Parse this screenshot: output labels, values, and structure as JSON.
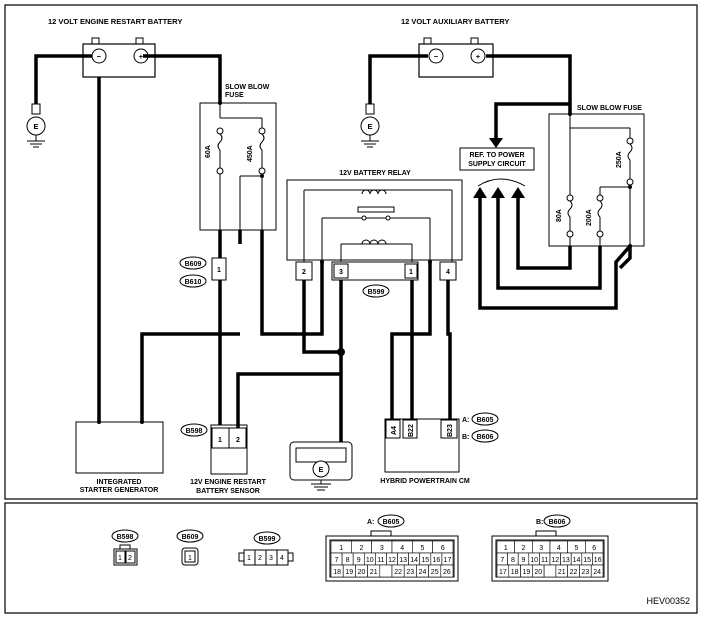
{
  "diagram": {
    "labels": {
      "engine_restart_battery": "12 VOLT ENGINE RESTART BATTERY",
      "auxiliary_battery": "12 VOLT AUXILIARY BATTERY",
      "slow_blow_fuse_left_1": "SLOW BLOW",
      "slow_blow_fuse_left_2": "FUSE",
      "slow_blow_fuse_right": "SLOW BLOW FUSE",
      "fuse_60a": "60A",
      "fuse_450a": "450A",
      "fuse_250a": "250A",
      "fuse_80a": "80A",
      "fuse_200a": "200A",
      "battery_relay": "12V BATTERY RELAY",
      "ref_power_1": "REF. TO POWER",
      "ref_power_2": "SUPPLY CIRCUIT",
      "isg_1": "INTEGRATED",
      "isg_2": "STARTER GENERATOR",
      "sensor_1": "12V ENGINE RESTART",
      "sensor_2": "BATTERY SENSOR",
      "hpcm": "HYBRID POWERTRAIN CM",
      "ground": "E",
      "minus": "−",
      "plus": "+",
      "figure_id": "HEV00352"
    },
    "connectors": {
      "b609": "B609",
      "b610": "B610",
      "b599": "B599",
      "b598": "B598",
      "b605": "B605",
      "b606": "B606",
      "a_prefix": "A:",
      "b_prefix": "B:"
    },
    "pins": {
      "b609_1": "1",
      "relay_2": "2",
      "relay_3": "3",
      "relay_1": "1",
      "relay_4": "4",
      "sensor_1": "1",
      "sensor_2": "2",
      "hpcm_a4": "A4",
      "hpcm_b22": "B22",
      "hpcm_b23": "B23"
    },
    "legend": {
      "b598_pins": [
        "1",
        "2"
      ],
      "b609_pin": "1",
      "b599_pins": [
        "1",
        "2",
        "3",
        "4"
      ],
      "b605_row1": [
        "1",
        "2",
        "3",
        "4",
        "5",
        "6"
      ],
      "b605_row2": [
        "7",
        "8",
        "9",
        "10",
        "11",
        "12",
        "13",
        "14",
        "15",
        "16",
        "17"
      ],
      "b605_row3": [
        "18",
        "19",
        "20",
        "21",
        "",
        "22",
        "23",
        "24",
        "25",
        "26"
      ],
      "b606_row1": [
        "1",
        "2",
        "3",
        "4",
        "5",
        "6"
      ],
      "b606_row2": [
        "7",
        "8",
        "9",
        "10",
        "11",
        "12",
        "13",
        "14",
        "15",
        "16"
      ],
      "b606_row3": [
        "17",
        "18",
        "19",
        "20",
        "",
        "21",
        "22",
        "23",
        "24"
      ]
    }
  }
}
